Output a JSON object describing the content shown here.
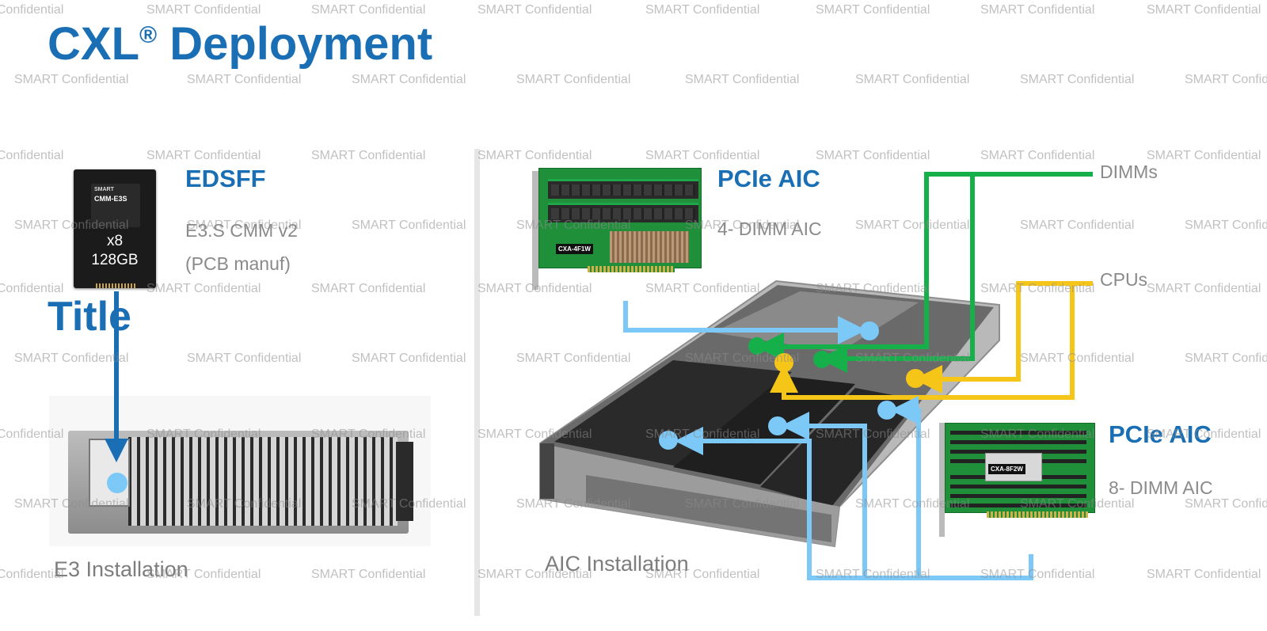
{
  "slide": {
    "title_main": "CXL",
    "title_reg": "®",
    "title_rest": " Deployment",
    "title_placeholder": "Title"
  },
  "edsff": {
    "heading": "EDSFF",
    "desc_line1": "E3.S CMM v2",
    "desc_line2": "(PCB manuf)",
    "module_brand": "SMART",
    "module_model": "CMM-E3S",
    "module_qty": "x8",
    "module_capacity": "128GB",
    "install_caption": "E3 Installation"
  },
  "aic4": {
    "heading": "PCIe AIC",
    "desc": "4- DIMM AIC",
    "card_label": "CXA-4F1W"
  },
  "aic8": {
    "heading": "PCIe AIC",
    "desc": "8- DIMM AIC",
    "card_label": "CXA-8F2W"
  },
  "chassis": {
    "caption": "AIC Installation",
    "dimms_label": "DIMMs",
    "cpus_label": "CPUs"
  },
  "watermark": {
    "text": "SMART Confidential"
  },
  "colors": {
    "title_blue": "#1a6fb4",
    "dimm_green": "#16b04a",
    "cpu_yellow": "#f5c518",
    "aic_lightblue": "#7cc8f6",
    "e3_blue": "#1a6fb4"
  }
}
